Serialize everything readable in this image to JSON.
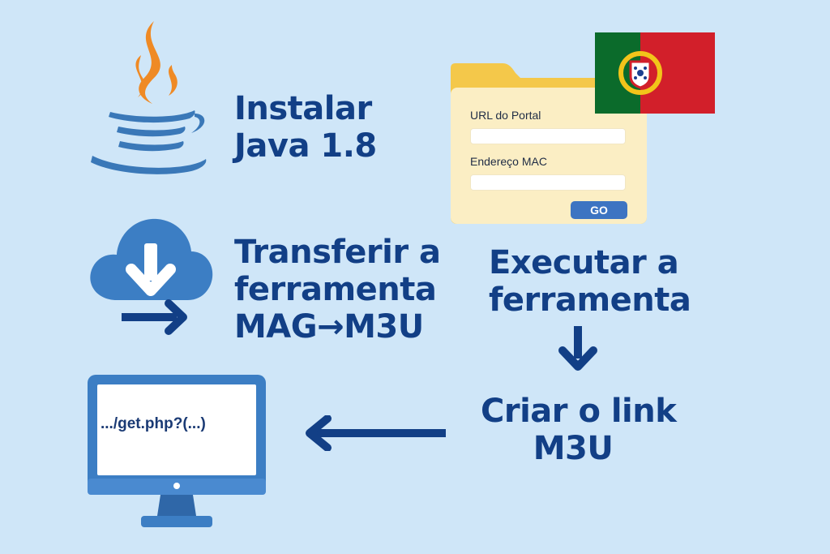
{
  "steps": {
    "install_java": {
      "line1": "Instalar",
      "line2": "Java 1.8",
      "icon": "java-icon"
    },
    "download_tool": {
      "line1": "Transferir a",
      "line2": "ferramenta",
      "line3": "MAG→M3U",
      "icon": "cloud-download-icon"
    },
    "run_tool": {
      "line1": "Executar a",
      "line2": "ferramenta"
    },
    "create_link": {
      "line1": "Criar o link",
      "line2": "M3U"
    }
  },
  "form": {
    "portal_url_label": "URL do Portal",
    "mac_address_label": "Endereço MAC",
    "go_label": "GO"
  },
  "monitor": {
    "screen_text": ".../get.php?(...)",
    "icon": "monitor-icon"
  },
  "flag": {
    "icon": "portugal-flag-icon",
    "colors": {
      "green": "#0b6b2b",
      "red": "#d21f2a",
      "yellow": "#f2c41a"
    }
  },
  "colors": {
    "background": "#cfe6f8",
    "heading": "#123f86",
    "java_steam": "#ef8a25",
    "java_cup": "#3a78b8",
    "cloud": "#3c7ec4",
    "arrow": "#123f86",
    "folder": "#fbeec4",
    "folder_tab": "#f4c84a",
    "button": "#3d74c2"
  }
}
